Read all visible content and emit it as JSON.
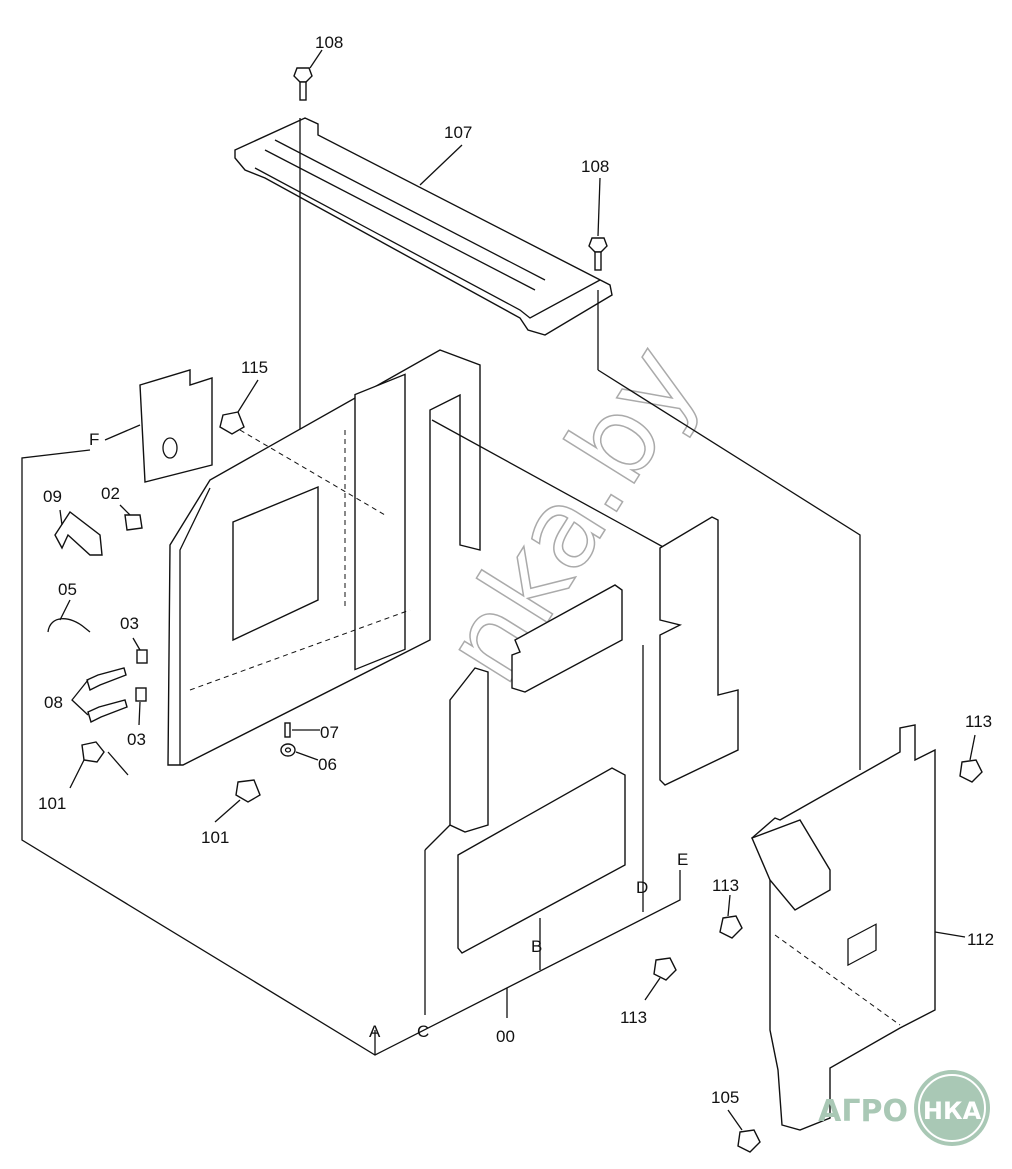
{
  "diagram": {
    "callouts": {
      "c108a": "108",
      "c107": "107",
      "c108b": "108",
      "c115": "115",
      "cF": "F",
      "c09": "09",
      "c02": "02",
      "c05": "05",
      "c03a": "03",
      "c08": "08",
      "c03b": "03",
      "c07": "07",
      "c06": "06",
      "c101a": "101",
      "c101b": "101",
      "c113a": "113",
      "c113b": "113",
      "c113c": "113",
      "c112": "112",
      "c105": "105",
      "cA": "A",
      "cB": "B",
      "cC": "C",
      "cD": "D",
      "cE": "E",
      "c00": "00"
    },
    "watermark": "nka.by",
    "logo": "АГРО НКА",
    "logo_color": "#a9c8b5"
  }
}
